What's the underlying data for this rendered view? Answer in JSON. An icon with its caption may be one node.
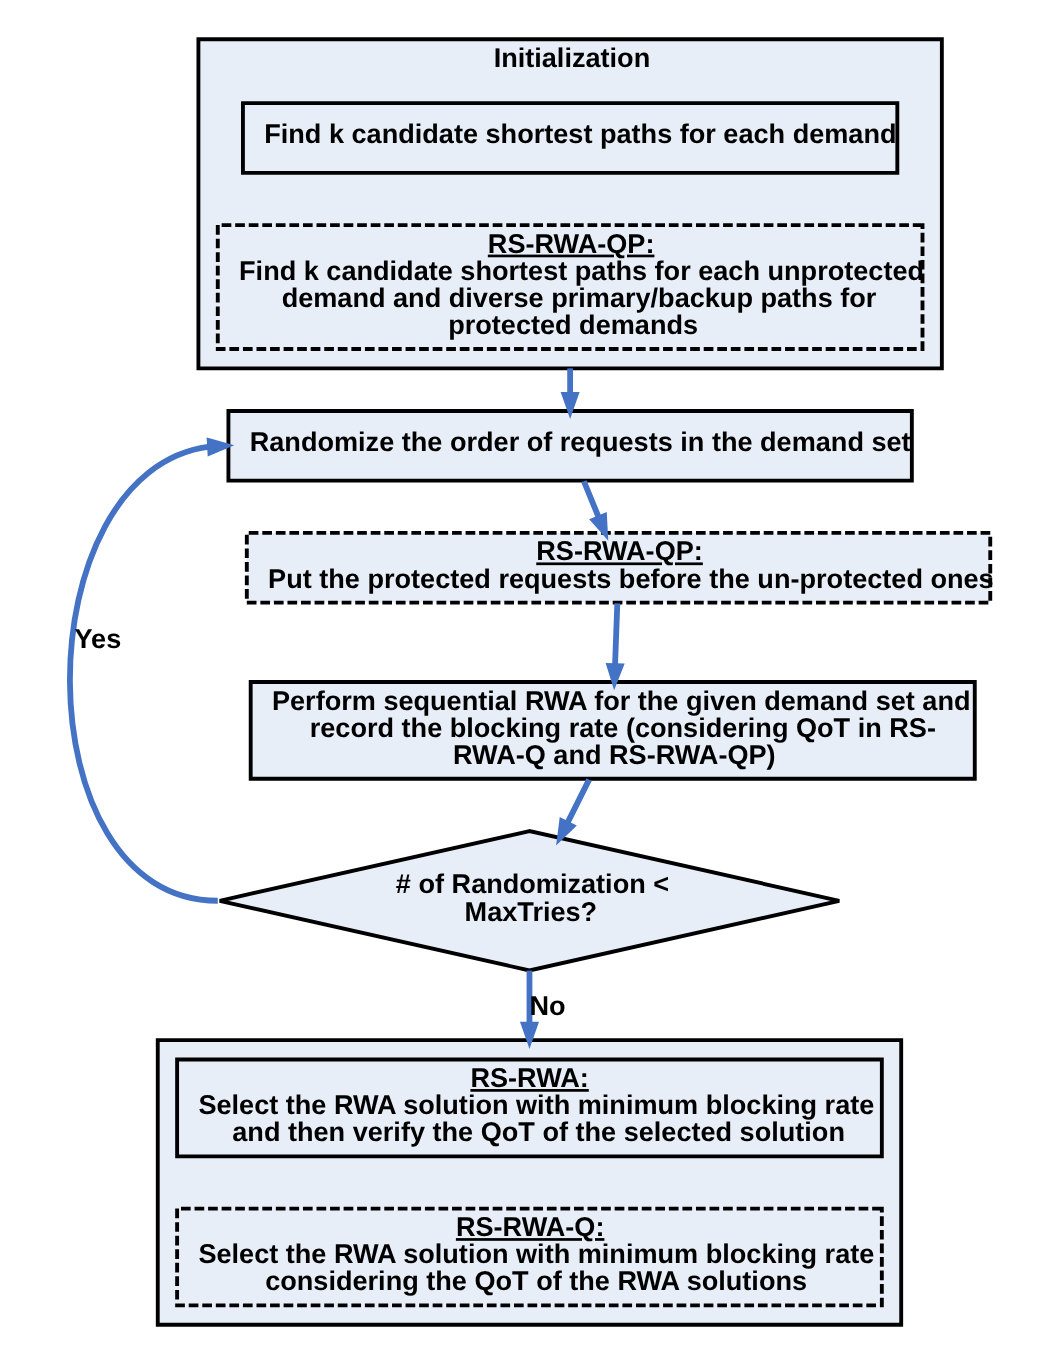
{
  "diagram": {
    "nodes": [
      {
        "text": [
          "Initialization"
        ]
      },
      {
        "text": [
          "Find k candidate shortest paths for each demand"
        ],
        "in": 0
      },
      {
        "text": [
          "RS-RWA-QP:",
          "Find k candidate shortest paths for each unprotected demand and diverse primary/backup paths for protected demands"
        ],
        "in": 0
      },
      {
        "text": [
          "Randomize the order of requests in the demand set"
        ]
      },
      {
        "text": [
          "RS-RWA-QP:",
          "Put the protected requests before the un-protected ones"
        ]
      },
      {
        "text": [
          "Perform sequential RWA for the given demand set and record the blocking rate (considering QoT in RS-RWA-Q and RS-RWA-QP)"
        ]
      },
      {
        "text": [
          "# of Randomization < MaxTries?"
        ]
      },
      {
        "text": [],
        "shape": "box"
      },
      {
        "text": [
          "RS-RWA:",
          "Select the RWA solution with minimum blocking rate and then verify the QoT of the selected solution"
        ],
        "in": 7
      },
      {
        "text": [
          "RS-RWA-Q:",
          "Select the RWA solution with minimum blocking rate considering the QoT of the RWA solutions"
        ],
        "in": 7
      }
    ],
    "edges": [
      {
        "from": 0,
        "to": 3,
        "arrow": "to"
      },
      {
        "from": 3,
        "to": 4,
        "arrow": "to"
      },
      {
        "from": 4,
        "to": 5,
        "arrow": "to"
      },
      {
        "from": 5,
        "to": 6,
        "arrow": "to"
      },
      {
        "from": 6,
        "to": 3,
        "arrow": "to",
        "label": "Yes"
      },
      {
        "from": 6,
        "to": 7,
        "arrow": "to",
        "label": "No"
      }
    ]
  }
}
